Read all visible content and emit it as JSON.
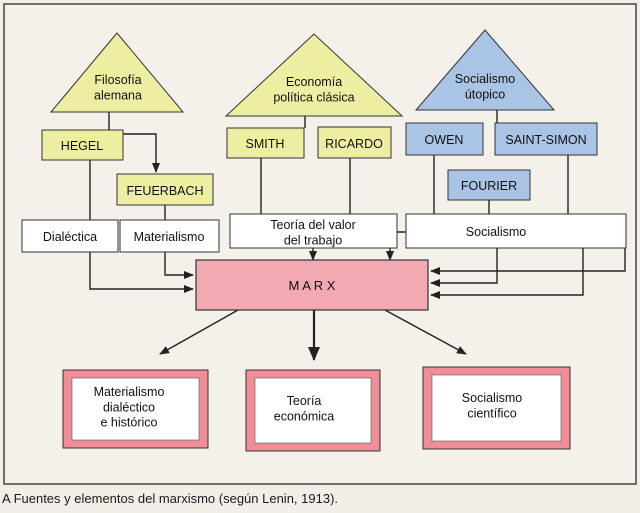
{
  "colors": {
    "yellow": "#eeeea2",
    "blue": "#a9c4e4",
    "pink_center": "#f3a9b2",
    "pink_frame": "#ef8e98",
    "white": "#ffffff",
    "background": "#f2efe8",
    "frame": "#e6e2d6",
    "line": "#222222"
  },
  "sources": {
    "filosofia": "Filosofía\nalemana",
    "economia": "Economía\npolítica clásica",
    "socialismo_utopico": "Socialismo\nútopico"
  },
  "authors": {
    "hegel": "HEGEL",
    "feuerbach": "FEUERBACH",
    "smith": "SMITH",
    "ricardo": "RICARDO",
    "owen": "OWEN",
    "saint_simon": "SAINT-SIMON",
    "fourier": "FOURIER"
  },
  "elements": {
    "dialectica": "Dialéctica",
    "materialismo": "Materialismo",
    "teoria_valor": "Teoría del valor\ndel trabajo",
    "socialismo": "Socialismo"
  },
  "center": {
    "marx": "M A R X"
  },
  "results": {
    "materialismo_dialectico": "Materialismo\ndialéctico\ne histórico",
    "teoria_economica": "Teoría\neconómica",
    "socialismo_cientifico": "Socialismo\ncientífico"
  },
  "caption": "A  Fuentes y elementos del marxismo (según Lenin, 1913)."
}
